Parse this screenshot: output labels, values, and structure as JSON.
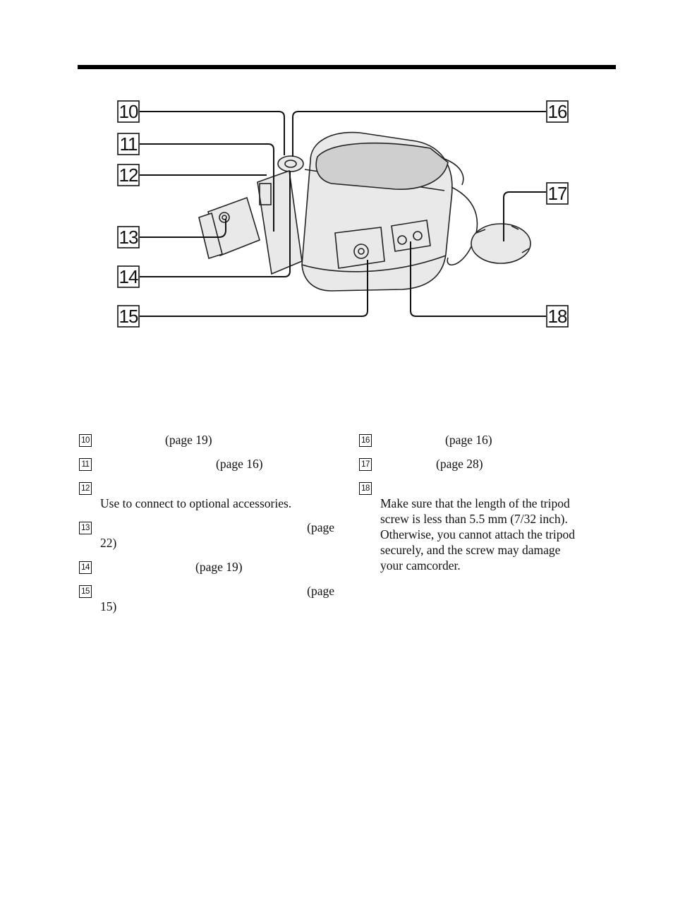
{
  "callouts": [
    "10",
    "11",
    "12",
    "13",
    "14",
    "15",
    "16",
    "17",
    "18"
  ],
  "items": {
    "i10": {
      "num": "10",
      "page": "(page 19)"
    },
    "i11": {
      "num": "11",
      "page": "(page 16)"
    },
    "i12": {
      "num": "12",
      "desc": "Use to connect to optional accessories."
    },
    "i13": {
      "num": "13",
      "page_a": "(page",
      "page_b": "22)"
    },
    "i14": {
      "num": "14",
      "page": "(page 19)"
    },
    "i15": {
      "num": "15",
      "page_a": "(page",
      "page_b": "15)"
    },
    "i16": {
      "num": "16",
      "page": "(page 16)"
    },
    "i17": {
      "num": "17",
      "page": "(page 28)"
    },
    "i18": {
      "num": "18",
      "desc_lines": [
        "Make sure that the length of the tripod",
        "screw is less than 5.5 mm (7/32 inch).",
        "Otherwise, you cannot attach the tripod",
        "securely, and the screw may damage",
        "your camcorder."
      ]
    }
  }
}
